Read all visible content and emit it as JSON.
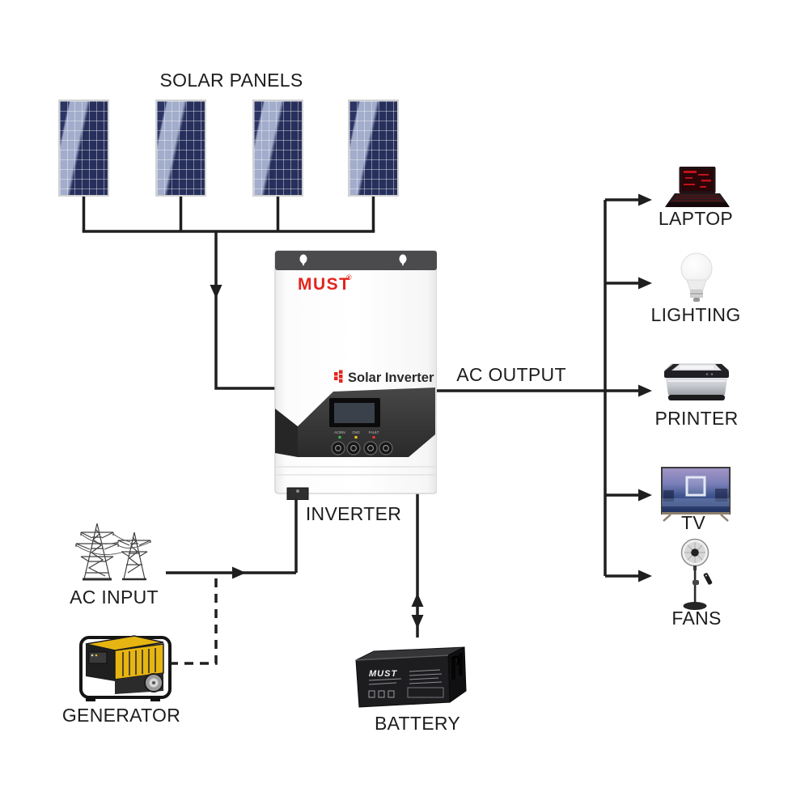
{
  "labels": {
    "solar_panels": "SOLAR PANELS",
    "inverter": "INVERTER",
    "ac_output": "AC OUTPUT",
    "ac_input": "AC INPUT",
    "generator": "GENERATOR",
    "battery": "BATTERY"
  },
  "inverter_device": {
    "brand": "MUST",
    "registered_mark": "®",
    "product_name": "Solar Inverter",
    "led_labels": [
      "AC/INV",
      "CHG",
      "FAULT"
    ]
  },
  "battery_device": {
    "brand": "MUST"
  },
  "loads": [
    {
      "id": "laptop",
      "label": "LAPTOP"
    },
    {
      "id": "lighting",
      "label": "LIGHTING"
    },
    {
      "id": "printer",
      "label": "PRINTER"
    },
    {
      "id": "tv",
      "label": "TV"
    },
    {
      "id": "fans",
      "label": "FANS"
    }
  ],
  "colors": {
    "wire": "#1f1f1f",
    "brand_red": "#e3241d",
    "panel_blue": "#2b3565",
    "generator_yellow": "#e7b512"
  }
}
